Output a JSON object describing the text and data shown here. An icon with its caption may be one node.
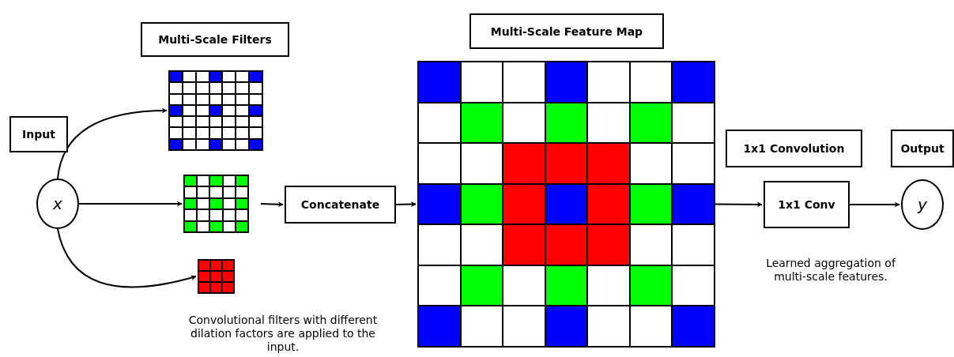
{
  "diagram": {
    "nodes": [
      {
        "text": [
          "Multi-Scale Filters"
        ]
      },
      {
        "text": [
          "Input"
        ]
      },
      {
        "text": [
          "x"
        ]
      },
      {
        "text": [],
        "shape": "grid"
      },
      {
        "text": [],
        "shape": "grid"
      },
      {
        "text": [],
        "shape": "grid"
      },
      {
        "text": [
          "Concatenate"
        ]
      },
      {
        "text": [
          "Multi-Scale Feature Map"
        ]
      },
      {
        "text": [],
        "shape": "grid"
      },
      {
        "text": [
          "1x1 Convolution"
        ]
      },
      {
        "text": [
          "Output"
        ]
      },
      {
        "text": [
          "1x1 Conv"
        ]
      },
      {
        "text": [
          "y"
        ]
      }
    ],
    "edges": [
      {
        "from": 2,
        "to": 3,
        "arrow": "to"
      },
      {
        "from": 2,
        "to": 4,
        "arrow": "to"
      },
      {
        "from": 2,
        "to": 5,
        "arrow": "to"
      },
      {
        "from": 4,
        "to": 6,
        "arrow": "to"
      },
      {
        "from": 6,
        "to": 8,
        "arrow": "to"
      },
      {
        "from": 8,
        "to": 11,
        "arrow": "to"
      },
      {
        "from": 11,
        "to": 12,
        "arrow": "to"
      }
    ],
    "labels": [
      "Convolutional filters with different dilation factors are applied to the input.",
      "Learned aggregation of multi-scale features."
    ]
  }
}
